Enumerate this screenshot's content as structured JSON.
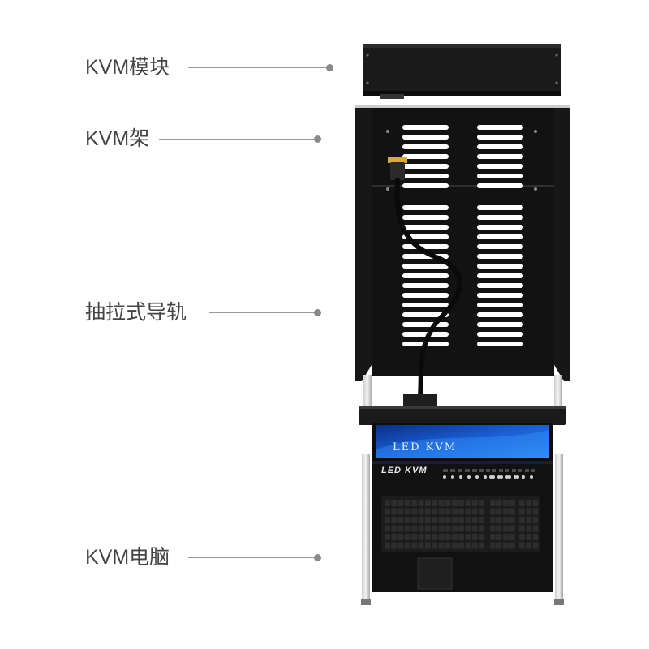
{
  "callouts": [
    {
      "id": "module",
      "label": "KVM模块"
    },
    {
      "id": "rack",
      "label": "KVM架"
    },
    {
      "id": "rail",
      "label": "抽拉式导轨"
    },
    {
      "id": "computer",
      "label": "KVM电脑"
    }
  ],
  "device": {
    "screen_text": "LED KVM",
    "bezel_text": "LED KVM"
  },
  "colors": {
    "label_text": "#444444",
    "leader_line": "#9a9a9a",
    "device_body": "#111111",
    "screen_blue": "#1a5fd6"
  }
}
